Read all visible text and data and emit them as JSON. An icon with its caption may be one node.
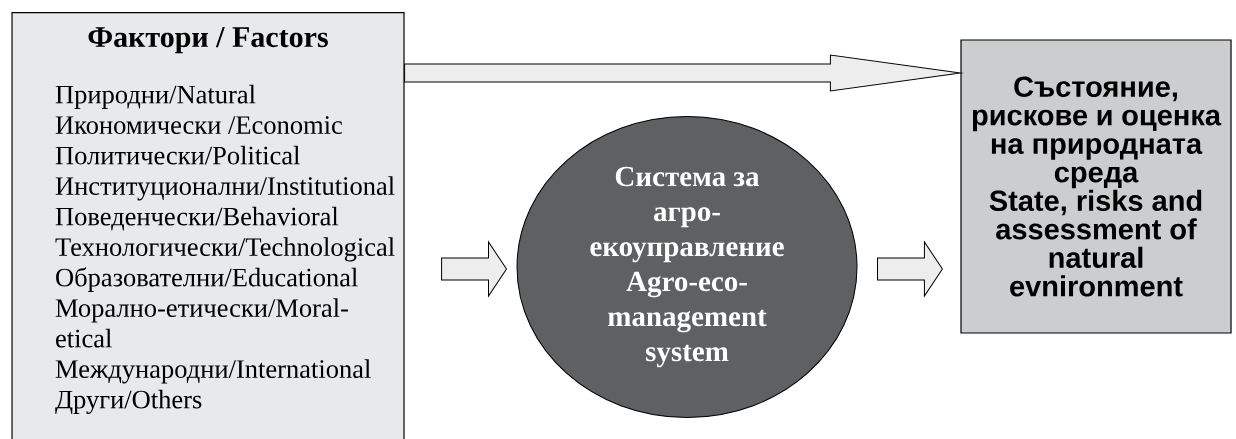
{
  "diagram": {
    "nodes": [
      {
        "text": [
          "Фактори / Factors",
          "Природни/Natural",
          "Икономически /Economic",
          "Политически/Political",
          "Институционални/Institutional",
          "Поведенчески/Behavioral",
          "Технологически/Technological",
          "Образователни/Educational",
          "Морално-етически/Moral-etical",
          "Международни/International",
          "Други/Others"
        ]
      },
      {
        "text": [
          "Система за агро-екоуправление",
          "Agro-eco-management system"
        ]
      },
      {
        "text": [
          "Състояние, рискове и оценка на природната среда",
          "State, risks and assessment of natural evnironment"
        ]
      }
    ],
    "edges": [
      {
        "from": 0,
        "to": 2,
        "arrow": "to"
      },
      {
        "from": 0,
        "to": 1,
        "arrow": "to"
      },
      {
        "from": 1,
        "to": 2,
        "arrow": "to"
      }
    ]
  }
}
